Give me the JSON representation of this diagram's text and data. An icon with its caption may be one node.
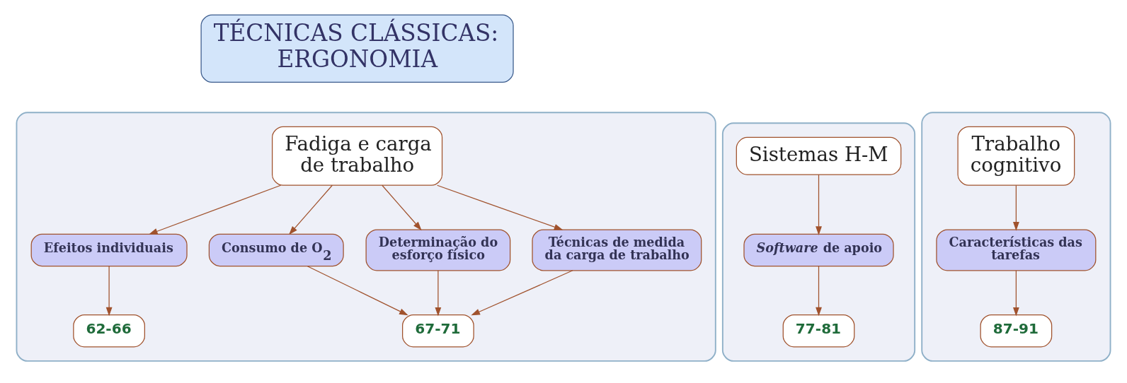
{
  "diagram": {
    "nodes": [
      {
        "text": [
          "TÉCNICAS CLÁSSICAS: ERGONOMIA"
        ]
      },
      {
        "text": [],
        "shape": "box"
      },
      {
        "text": [
          "Fadiga e carga de trabalho"
        ],
        "in": 1
      },
      {
        "text": [
          "Efeitos individuais"
        ],
        "in": 1
      },
      {
        "text": [
          "Consumo de O$_{2}$"
        ],
        "in": 1
      },
      {
        "text": [
          "Determinação do esforço físico"
        ],
        "in": 1
      },
      {
        "text": [
          "Técnicas de medida da carga de trabalho"
        ],
        "in": 1
      },
      {
        "text": [
          "62-66"
        ],
        "in": 1
      },
      {
        "text": [
          "67-71"
        ],
        "in": 1
      },
      {
        "text": [],
        "shape": "box"
      },
      {
        "text": [
          "Sistemas H-M"
        ],
        "in": 9
      },
      {
        "text": [
          "*Software* de apoio"
        ],
        "in": 9
      },
      {
        "text": [
          "77-81"
        ],
        "in": 9
      },
      {
        "text": [],
        "shape": "box"
      },
      {
        "text": [
          "Trabalho cognitivo"
        ],
        "in": 13
      },
      {
        "text": [
          "Características das tarefas"
        ],
        "in": 13
      },
      {
        "text": [
          "87-91"
        ],
        "in": 13
      }
    ],
    "edges": [
      {
        "from": 2,
        "to": 3,
        "arrow": "to"
      },
      {
        "from": 2,
        "to": 4,
        "arrow": "to"
      },
      {
        "from": 2,
        "to": 5,
        "arrow": "to"
      },
      {
        "from": 2,
        "to": 6,
        "arrow": "to"
      },
      {
        "from": 3,
        "to": 7,
        "arrow": "to"
      },
      {
        "from": 4,
        "to": 8,
        "arrow": "to"
      },
      {
        "from": 5,
        "to": 8,
        "arrow": "to"
      },
      {
        "from": 6,
        "to": 8,
        "arrow": "to"
      },
      {
        "from": 10,
        "to": 11,
        "arrow": "to"
      },
      {
        "from": 11,
        "to": 12,
        "arrow": "to"
      },
      {
        "from": 14,
        "to": 15,
        "arrow": "to"
      },
      {
        "from": 15,
        "to": 16,
        "arrow": "to"
      }
    ]
  }
}
